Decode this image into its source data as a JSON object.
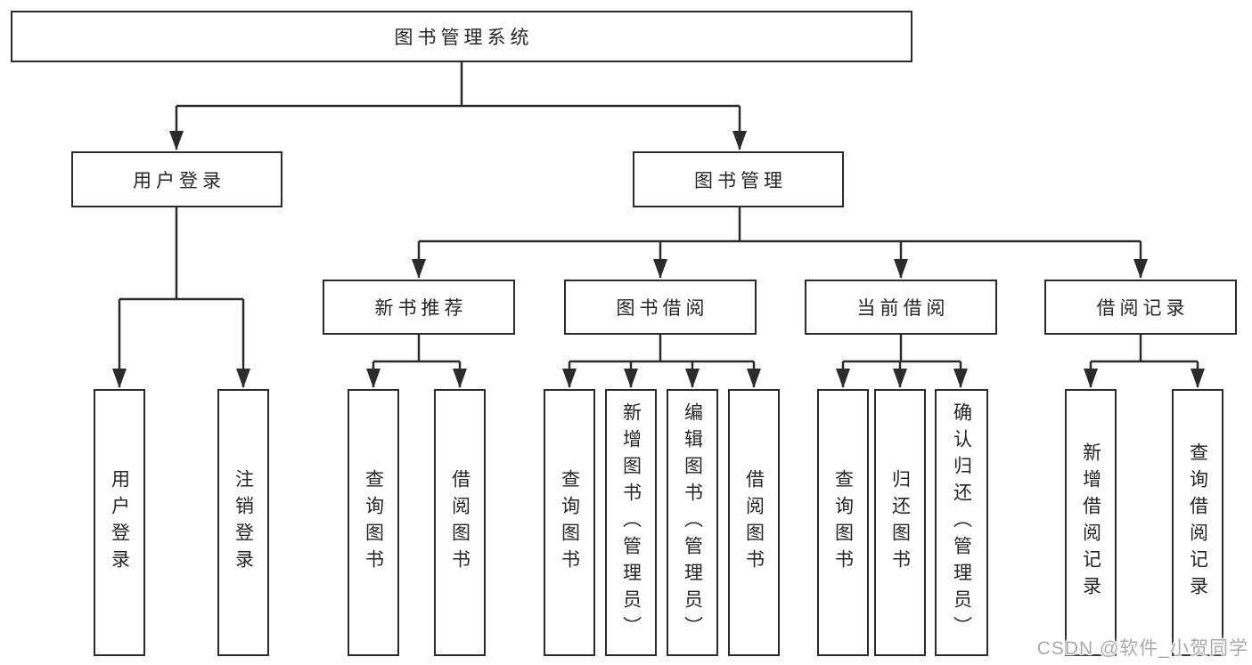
{
  "colors": {
    "line": "#2b2b2b",
    "box_border": "#2b2b2b",
    "text": "#262626",
    "background": "#ffffff",
    "watermark": "#a9a9a9"
  },
  "watermark": {
    "text": "CSDN @软件_小贺同学"
  },
  "tree": {
    "label": "图书管理系统",
    "children": [
      {
        "label": "用户登录",
        "children": [
          {
            "label": "用户登录"
          },
          {
            "label": "注销登录"
          }
        ]
      },
      {
        "label": "图书管理",
        "children": [
          {
            "label": "新书推荐",
            "children": [
              {
                "label": "查询图书"
              },
              {
                "label": "借阅图书"
              }
            ]
          },
          {
            "label": "图书借阅",
            "children": [
              {
                "label": "查询图书"
              },
              {
                "label": "新增图书（管理员）"
              },
              {
                "label": "编辑图书（管理员）"
              },
              {
                "label": "借阅图书"
              }
            ]
          },
          {
            "label": "当前借阅",
            "children": [
              {
                "label": "查询图书"
              },
              {
                "label": "归还图书"
              },
              {
                "label": "确认归还（管理员）"
              }
            ]
          },
          {
            "label": "借阅记录",
            "children": [
              {
                "label": "新增借阅记录"
              },
              {
                "label": "查询借阅记录"
              }
            ]
          }
        ]
      }
    ]
  }
}
